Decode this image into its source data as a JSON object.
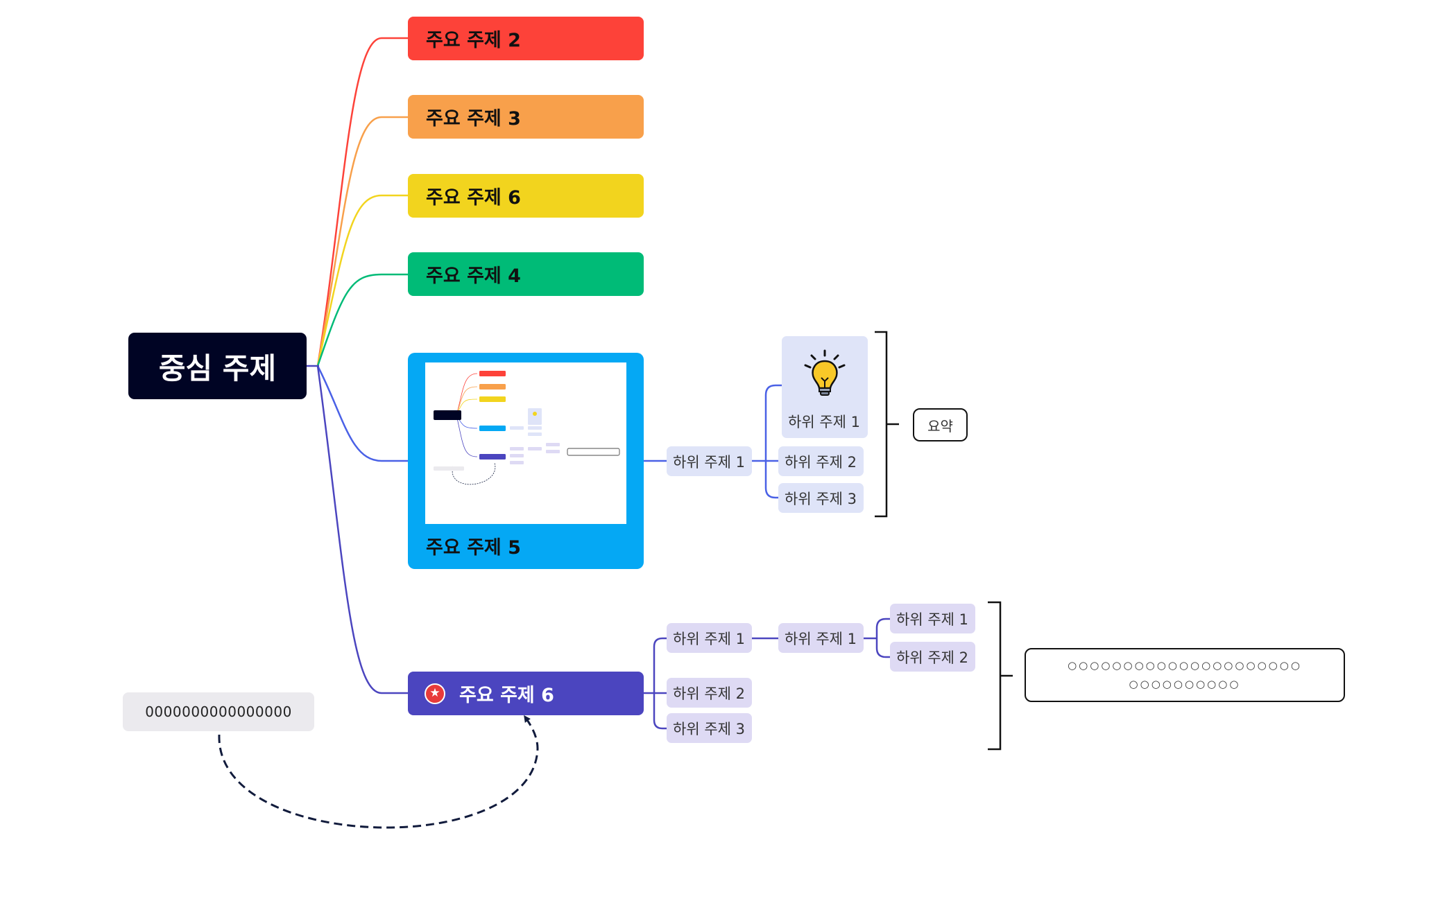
{
  "central_topic": "중심 주제",
  "main_topics": {
    "t2": "주요 주제 2",
    "t3": "주요 주제 3",
    "t6a": "주요 주제 6",
    "t4": "주요 주제 4",
    "t5": "주요 주제 5",
    "t6b": "주요 주제 6"
  },
  "topic5_subtopics": {
    "level1": "하위 주제 1",
    "idea_label": "하위 주제 1",
    "sub2": "하위 주제 2",
    "sub3": "하위 주제 3",
    "summary": "요약"
  },
  "topic6_subtopics": {
    "a": "하위 주제 1",
    "a_child": "하위 주제 1",
    "a_grand1": "하위 주제 1",
    "a_grand2": "하위 주제 2",
    "b": "하위 주제 2",
    "c": "하위 주제 3",
    "summary_line1": "○○○○○○○○○○○○○○○○○○○○○",
    "summary_line2": "○○○○○○○○○○"
  },
  "floating_topic": "0000000000000000",
  "colors": {
    "central": "#000424",
    "topic2": "#fd4239",
    "topic3": "#f8a04b",
    "topic6a": "#f2d41e",
    "topic4": "#00bb77",
    "topic5": "#05a8f4",
    "topic6b": "#4b45bf",
    "sub_blue": "#dfe4f8",
    "sub_purple": "#dedaf4",
    "relationship_line": "#111b3c"
  },
  "icons": {
    "idea": "lightbulb-icon",
    "topic6_marker": "red-star-icon",
    "embedded_image": "mind-map-thumbnail-image"
  }
}
